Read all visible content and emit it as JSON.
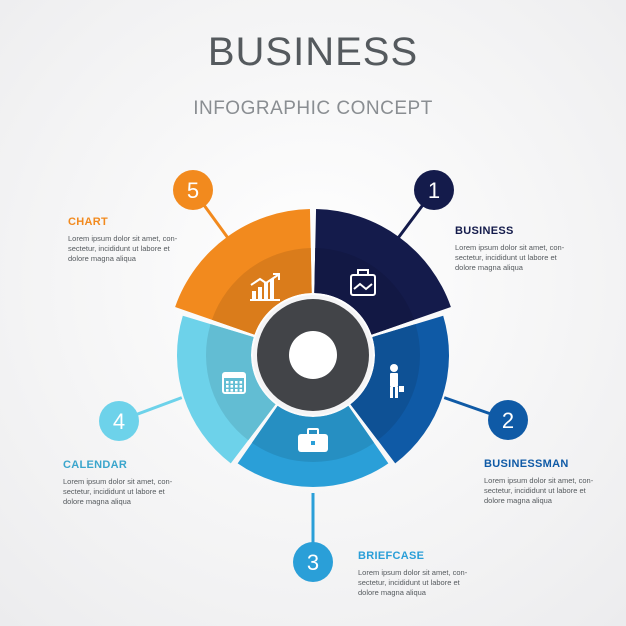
{
  "header": {
    "title": "BUSINESS",
    "subtitle": "INFOGRAPHIC CONCEPT"
  },
  "items": [
    {
      "number": "1",
      "label": "BUSINESS",
      "text": "Lorem ipsum dolor sit amet, con-sectetur, incididunt ut labore et dolore magna aliqua",
      "icon": "handshake-briefcase-icon",
      "color": "#141b4b",
      "label_color": "#141b4b"
    },
    {
      "number": "2",
      "label": "BUSINESSMAN",
      "text": "Lorem ipsum dolor sit amet, con-sectetur, incididunt ut labore et dolore magna aliqua",
      "icon": "businessman-icon",
      "color": "#0f5aa6",
      "label_color": "#0f5aa6"
    },
    {
      "number": "3",
      "label": "BRIEFCASE",
      "text": "Lorem ipsum dolor sit amet, con-sectetur, incididunt ut labore et dolore magna aliqua",
      "icon": "briefcase-icon",
      "color": "#2a9fd8",
      "label_color": "#2a9fd8"
    },
    {
      "number": "4",
      "label": "CALENDAR",
      "text": "Lorem ipsum dolor sit amet, con-sectetur, incididunt ut labore et dolore magna aliqua",
      "icon": "calendar-icon",
      "color": "#6dd2ea",
      "label_color": "#3aa5cc"
    },
    {
      "number": "5",
      "label": "CHART",
      "text": "Lorem ipsum dolor sit amet, con-sectetur, incididunt ut labore et dolore magna aliqua",
      "icon": "bar-chart-icon",
      "color": "#f28a1e",
      "label_color": "#f28a1e"
    }
  ],
  "colors": {
    "center_ring": "#424448",
    "background": "#f4f4f5"
  }
}
